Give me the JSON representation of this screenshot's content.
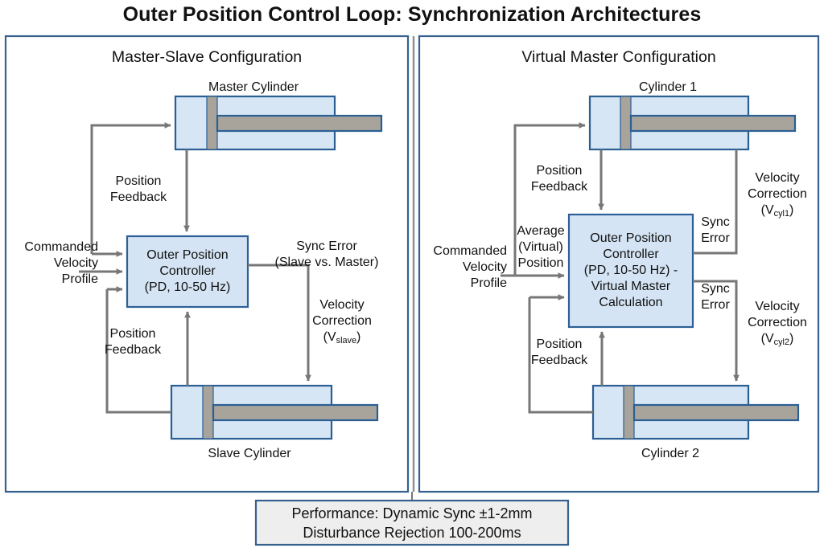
{
  "title": "Outer Position Control Loop: Synchronization Architectures",
  "colors": {
    "panel_border": "#35618f",
    "box_fill": "#d4e4f4",
    "box_border": "#2d6096",
    "cylinder_fill": "#d6e6f5",
    "cylinder_border": "#2b5f94",
    "piston_fill": "#a8a49c",
    "rod_fill": "#a8a49c",
    "arrow": "#777777",
    "perf_fill": "#eeeeee",
    "background": "#ffffff"
  },
  "left_panel": {
    "title": "Master-Slave Configuration",
    "top_cylinder_label": "Master Cylinder",
    "bottom_cylinder_label": "Slave Cylinder",
    "controller": {
      "line1": "Outer Position",
      "line2": "Controller",
      "line3": "(PD, 10-50 Hz)"
    },
    "labels": {
      "commanded": [
        "Commanded",
        "Velocity",
        "Profile"
      ],
      "position_feedback_top": [
        "Position",
        "Feedback"
      ],
      "position_feedback_bottom": [
        "Position",
        "Feedback"
      ],
      "sync_error": [
        "Sync Error",
        "(Slave vs. Master)"
      ],
      "velocity_correction": [
        "Velocity",
        "Correction"
      ],
      "velocity_correction_var_prefix": "(V",
      "velocity_correction_var_sub": "slave",
      "velocity_correction_var_suffix": ")"
    }
  },
  "right_panel": {
    "title": "Virtual Master Configuration",
    "top_cylinder_label": "Cylinder 1",
    "bottom_cylinder_label": "Cylinder 2",
    "controller": {
      "line1": "Outer Position",
      "line2": "Controller",
      "line3": "(PD, 10-50 Hz) -",
      "line4": "Virtual Master",
      "line5": "Calculation"
    },
    "labels": {
      "commanded": [
        "Commanded",
        "Velocity",
        "Profile"
      ],
      "position_feedback_top": [
        "Position",
        "Feedback"
      ],
      "position_feedback_bottom": [
        "Position",
        "Feedback"
      ],
      "average_virtual_position": [
        "Average",
        "(Virtual)",
        "Position"
      ],
      "sync_error_top": [
        "Sync",
        "Error"
      ],
      "sync_error_bottom": [
        "Sync",
        "Error"
      ],
      "velocity_correction_1": [
        "Velocity",
        "Correction"
      ],
      "velocity_correction_1_var_prefix": "(V",
      "velocity_correction_1_var_sub": "cyl1",
      "velocity_correction_1_var_suffix": ")",
      "velocity_correction_2": [
        "Velocity",
        "Correction"
      ],
      "velocity_correction_2_var_prefix": "(V",
      "velocity_correction_2_var_sub": "cyl2",
      "velocity_correction_2_var_suffix": ")"
    }
  },
  "performance": {
    "line1": "Performance: Dynamic Sync ±1-2mm",
    "line2": "Disturbance Rejection 100-200ms"
  }
}
